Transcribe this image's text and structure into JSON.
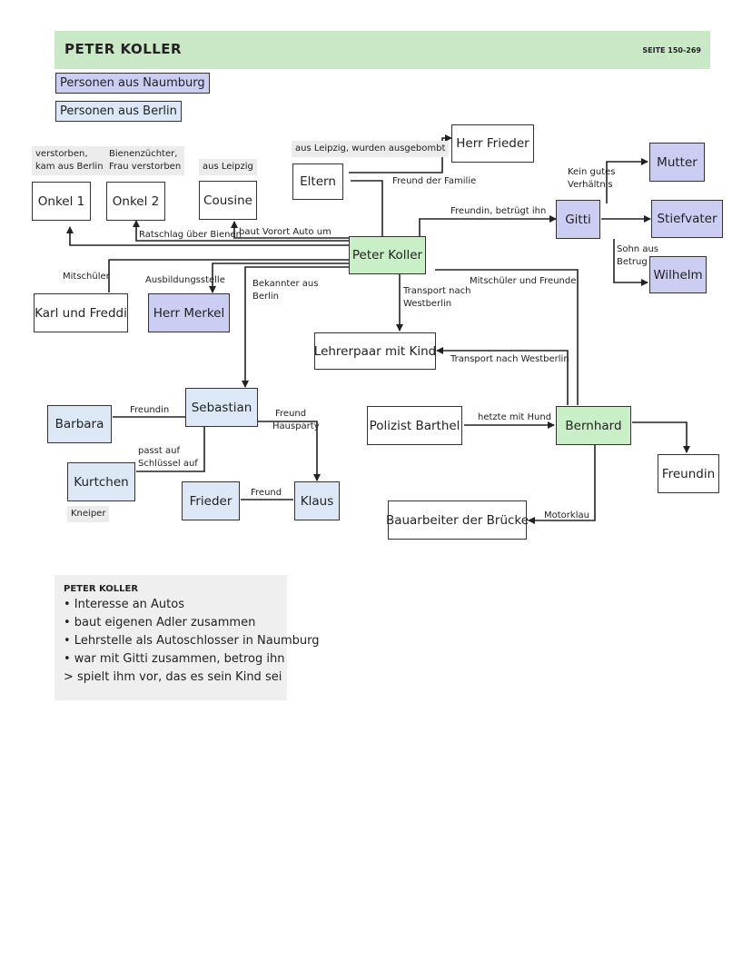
{
  "header": {
    "title": "PETER KOLLER",
    "pages": "SEITE 150-269"
  },
  "legend": {
    "naumburg": "Personen aus Naumburg",
    "berlin": "Personen aus Berlin"
  },
  "nodes": {
    "onkel1": "Onkel 1",
    "onkel2": "Onkel 2",
    "cousine": "Cousine",
    "eltern": "Eltern",
    "herr_frieder": "Herr Frieder",
    "mutter": "Mutter",
    "gitti": "Gitti",
    "stiefvater": "Stiefvater",
    "wilhelm": "Wilhelm",
    "peter_koller": "Peter Koller",
    "karl_freddi": "Karl und Freddi",
    "herr_merkel": "Herr Merkel",
    "lehrerpaar": "Lehrerpaar mit Kind",
    "sebastian": "Sebastian",
    "barbara": "Barbara",
    "kurtchen": "Kurtchen",
    "frieder": "Frieder",
    "klaus": "Klaus",
    "polizist": "Polizist Barthel",
    "bernhard": "Bernhard",
    "freundin": "Freundin",
    "bauarbeiter": "Bauarbeiter der Brücke"
  },
  "notes": {
    "onkel1": [
      "verstorben,",
      "kam aus Berlin"
    ],
    "onkel2": [
      "Bienenzüchter,",
      "Frau verstorben"
    ],
    "cousine": "aus Leipzig",
    "eltern": "aus Leipzig, wurden ausgebombt",
    "kurtchen": "Kneiper"
  },
  "edge_labels": {
    "ratschlag": "Ratschlag über Bienen",
    "auto": "baut Vorort Auto um",
    "freund_familie": "Freund der Familie",
    "kein_gutes": [
      "Kein gutes",
      "Verhältnis"
    ],
    "sohn_aus": [
      "Sohn aus",
      "Betrug"
    ],
    "freundin_betruegt": "Freundin, betrügt ihn",
    "mitschueler": "Mitschüler",
    "ausbildungsstelle": "Ausbildungsstelle",
    "bekannter": [
      "Bekannter aus",
      "Berlin"
    ],
    "transport1": [
      "Transport nach",
      "Westberlin"
    ],
    "mitschueler_freunde": "Mitschüler und Freunde",
    "transport2": "Transport nach Westberlin",
    "freundin_barbara": "Freundin",
    "freund_haus": [
      "Freund",
      "Hausparty"
    ],
    "passt_auf": [
      "passt auf",
      "Schlüssel auf"
    ],
    "freund_klaus": "Freund",
    "hetzte": "hetzte mit Hund",
    "motorklau": "Motorklau"
  },
  "info": {
    "heading": "PETER KOLLER",
    "items": [
      "• Interesse an Autos",
      "• baut eigenen Adler zusammen",
      "• Lehrstelle als Autoschlosser in Naumburg",
      "• war mit Gitti zusammen, betrog ihn",
      "> spielt ihm vor, das es sein Kind sei"
    ]
  },
  "colors": {
    "header": "#c9e8c6",
    "naumburg": "#cbcdf3",
    "berlin": "#dce8f6",
    "main": "#c9efc6",
    "note": "#ececec"
  }
}
